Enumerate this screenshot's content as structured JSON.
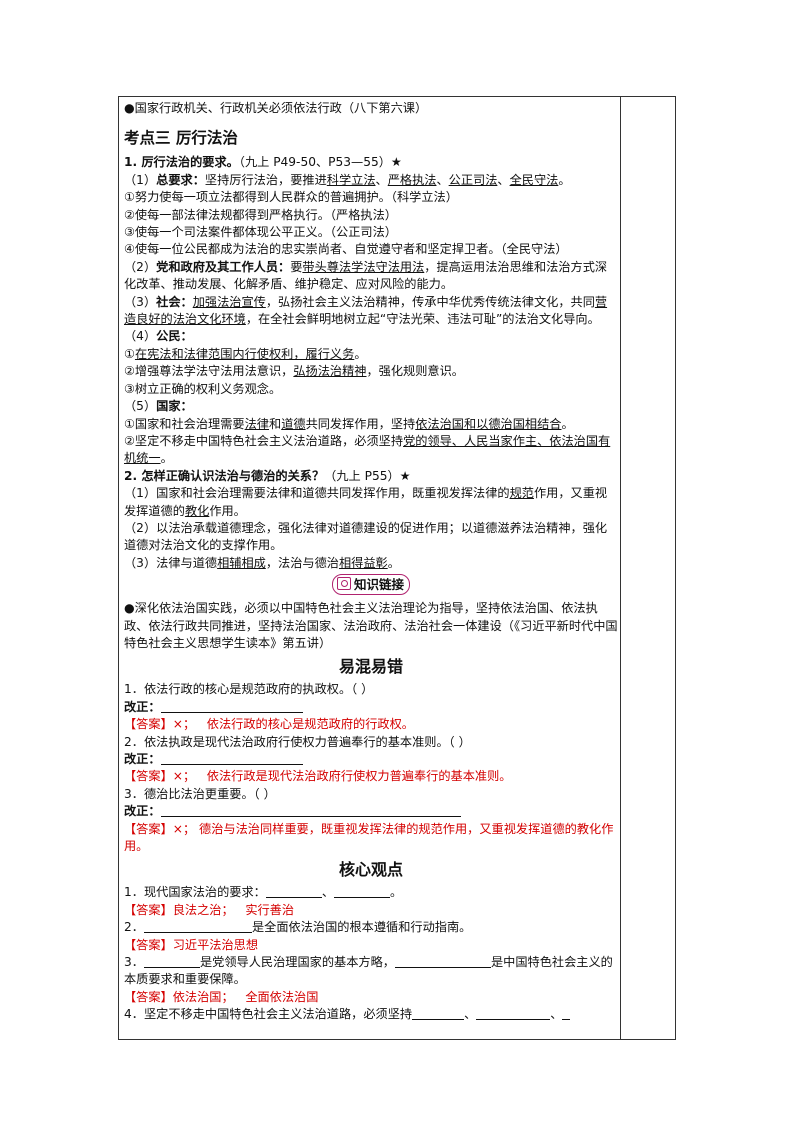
{
  "top_line": "●国家行政机关、行政机关必须依法行政（八下第六课）",
  "section3_title": "考点三  厉行法治",
  "q1": {
    "title": "1. 厉行法治的要求。",
    "ref": "（九上 P49-50、P53—55）★",
    "p1_num": "（1）",
    "p1_label": "总要求：",
    "p1_pre": "坚持厉行法治，要推进",
    "p1_u1": "科学立法",
    "p1_s1": "、",
    "p1_u2": "严格执法",
    "p1_s2": "、",
    "p1_u3": "公正司法",
    "p1_s3": "、",
    "p1_u4": "全民守法",
    "p1_end": "。",
    "l1": "①努力使每一项立法都得到人民群众的普遍拥护。（科学立法）",
    "l2": "②使每一部法律法规都得到严格执行。（严格执法）",
    "l3": "③使每一个司法案件都体现公平正义。（公正司法）",
    "l4": "④使每一位公民都成为法治的忠实崇尚者、自觉遵守者和坚定捍卫者。（全民守法）",
    "p2_num": "（2）",
    "p2_label": "党和政府及其工作人员：",
    "p2_pre": "要",
    "p2_u1": "带头尊法学法守法用法",
    "p2_rest": "，提高运用法治思维和法治方式深化改革、推动发展、化解矛盾、维护稳定、应对风险的能力。",
    "p3_num": "（3）",
    "p3_label": "社会：",
    "p3_u1": "加强法治宣传",
    "p3_mid": "，弘扬社会主义法治精神，传承中华优秀传统法律文化，共同",
    "p3_u2": "营造良好的法治文化环境",
    "p3_rest": "，在全社会鲜明地树立起“守法光荣、违法可耻”的法治文化导向。",
    "p4_num": "（4）",
    "p4_label": "公民：",
    "c1_pre": "①",
    "c1_u": "在宪法和法律范围内行使权利，履行义务",
    "c1_end": "。",
    "c2_pre": "②增强尊法学法守法用法意识，",
    "c2_u": "弘扬法治精神",
    "c2_end": "，强化规则意识。",
    "c3": "③树立正确的权利义务观念。",
    "p5_num": "（5）",
    "p5_label": "国家：",
    "n1_pre": "①国家和社会治理需要",
    "n1_u1": "法律",
    "n1_mid1": "和",
    "n1_u2": "道德",
    "n1_mid2": "共同发挥作用，坚持",
    "n1_u3": "依法治国和以德治国相结合",
    "n1_end": "。",
    "n2_pre": "②坚定不移走中国特色社会主义法治道路，必须坚持",
    "n2_u1": "党的领导、人民当家作主、依法治国有机统一",
    "n2_end": "。"
  },
  "q2": {
    "title": "2. 怎样正确认识法治与德治的关系？",
    "ref": "（九上 P55）★",
    "l1_pre": "（1）国家和社会治理需要法律和道德共同发挥作用，既重视发挥法律的",
    "l1_u1": "规范",
    "l1_mid": "作用，又重视发挥道德的",
    "l1_u2": "教化",
    "l1_end": "作用。",
    "l2": "（2）以法治承载道德理念，强化法律对道德建设的促进作用；以道德滋养法治精神，强化道德对法治文化的支撑作用。",
    "l3_pre": "（3）法律与道德",
    "l3_u1": "相辅相成",
    "l3_mid": "，法治与德治",
    "l3_u2": "相得益彰",
    "l3_end": "。"
  },
  "knowledge_link": "知识链接",
  "link_text": "●深化依法治国实践，必须以中国特色社会主义法治理论为指导，坚持依法治国、依法执政、依法行政共同推进，坚持法治国家、法治政府、法治社会一体建设（《习近平新时代中国特色社会主义思想学生读本》第五讲）",
  "confusing_title": "易混易错",
  "confusing": [
    {
      "q": "1．依法行政的核心是规范政府的执政权。（    ）",
      "fix": "改正：",
      "tag": "【答案】",
      "ans_mark": "×；",
      "ans": "依法行政的核心是规范政府的行政权。"
    },
    {
      "q": "2．依法执政是现代法治政府行使权力普遍奉行的基本准则。（    ）",
      "fix": "改正：",
      "tag": "【答案】",
      "ans_mark": "×；",
      "ans": "依法行政是现代法治政府行使权力普遍奉行的基本准则。"
    },
    {
      "q": "3．德治比法治更重要。（    ）",
      "fix": "改正：",
      "tag": "【答案】",
      "ans_mark": "×；",
      "ans": "德治与法治同样重要，既重视发挥法律的规范作用，又重视发挥道德的教化作用。"
    }
  ],
  "core_title": "核心观点",
  "core": {
    "q1_pre": "1．现代国家法治的要求：",
    "q1_sep": "、",
    "q1_end": "。",
    "a1_tag": "【答案】",
    "a1_1": "良法之治；",
    "a1_2": "实行善治",
    "q2_pre": "2．",
    "q2_rest": "是全面依法治国的根本遵循和行动指南。",
    "a2_tag": "【答案】",
    "a2": "习近平法治思想",
    "q3_pre": "3．",
    "q3_mid": "是党领导人民治理国家的基本方略，",
    "q3_rest": "是中国特色社会主义的本质要求和重要保障。",
    "a3_tag": "【答案】",
    "a3_1": "依法治国；",
    "a3_2": "全面依法治国",
    "q4_pre": "4．坚定不移走中国特色社会主义法治道路，必须坚持",
    "q4_sep": "、"
  }
}
